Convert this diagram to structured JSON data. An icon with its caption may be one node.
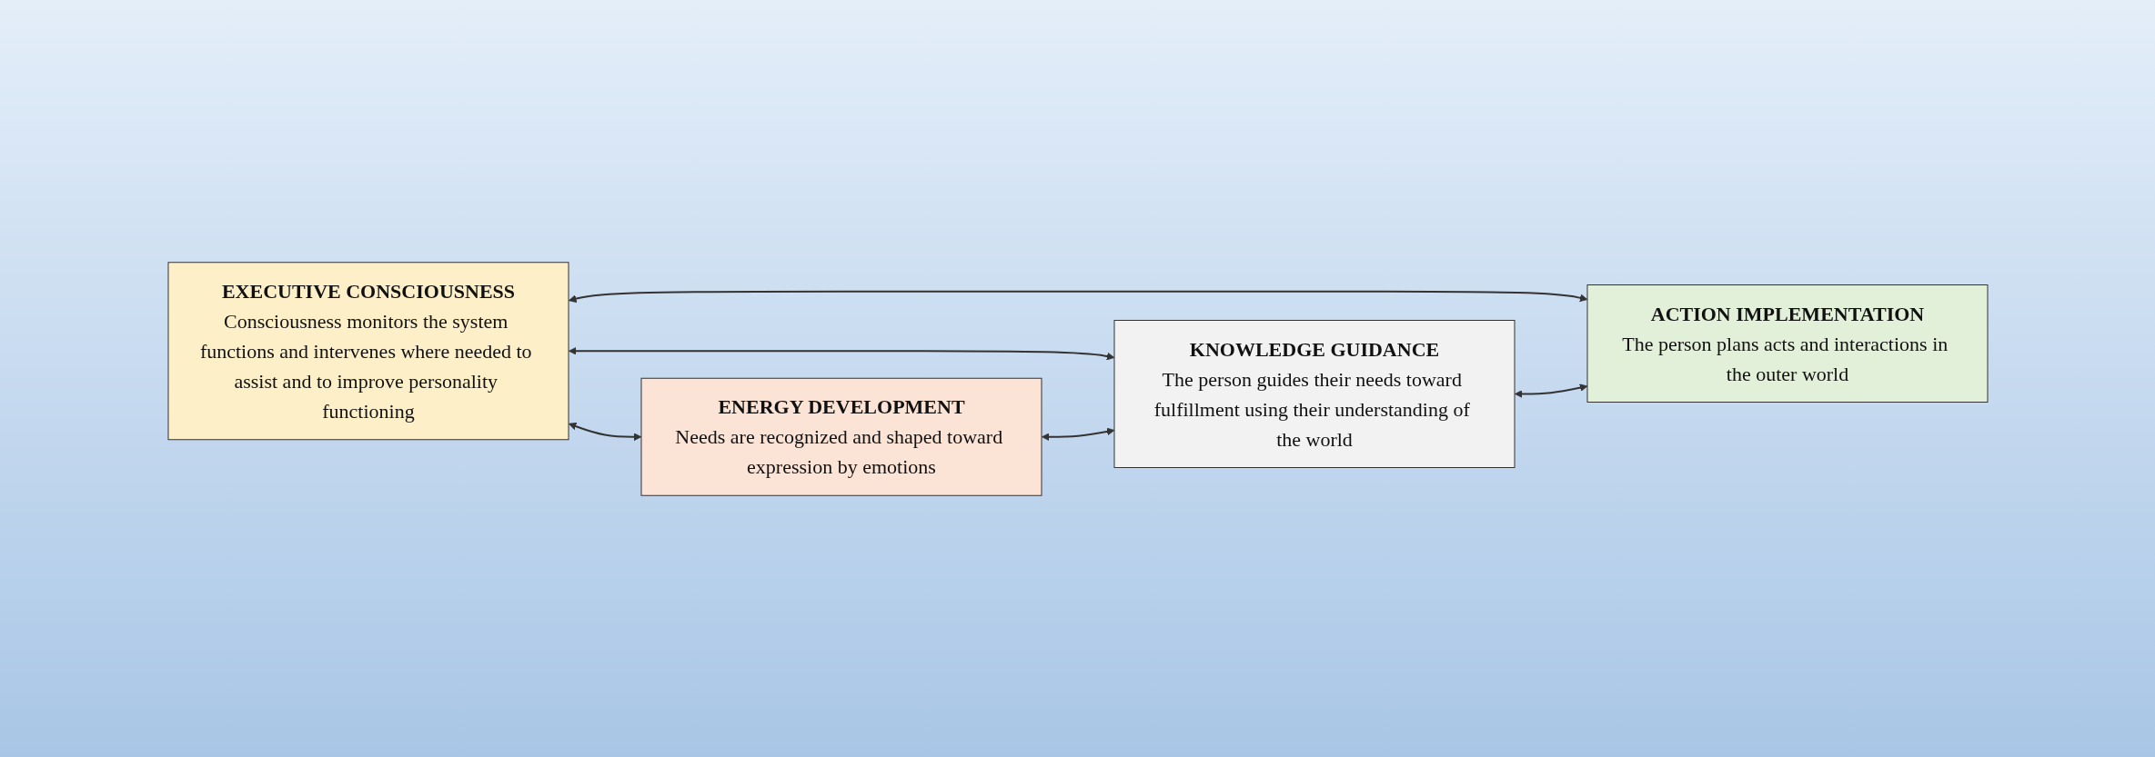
{
  "diagram": {
    "nodes": [
      {
        "text": [
          "EXECUTIVE CONSCIOUSNESS",
          "Consciousness monitors the system functions and intervenes where needed to assist and to improve personality functioning"
        ]
      },
      {
        "text": [
          "ENERGY DEVELOPMENT",
          "Needs are recognized and shaped toward expression by emotions"
        ]
      },
      {
        "text": [
          "KNOWLEDGE GUIDANCE",
          "The person guides their needs toward fulfillment using their understanding of the world"
        ]
      },
      {
        "text": [
          "ACTION IMPLEMENTATION",
          "The person plans acts and interactions in the outer world"
        ]
      }
    ],
    "edges": [
      {
        "from": 0,
        "to": 1,
        "arrow": "both"
      },
      {
        "from": 0,
        "to": 2,
        "arrow": "both"
      },
      {
        "from": 0,
        "to": 3,
        "arrow": "both"
      },
      {
        "from": 1,
        "to": 2,
        "arrow": "both"
      },
      {
        "from": 2,
        "to": 3,
        "arrow": "both"
      }
    ]
  }
}
